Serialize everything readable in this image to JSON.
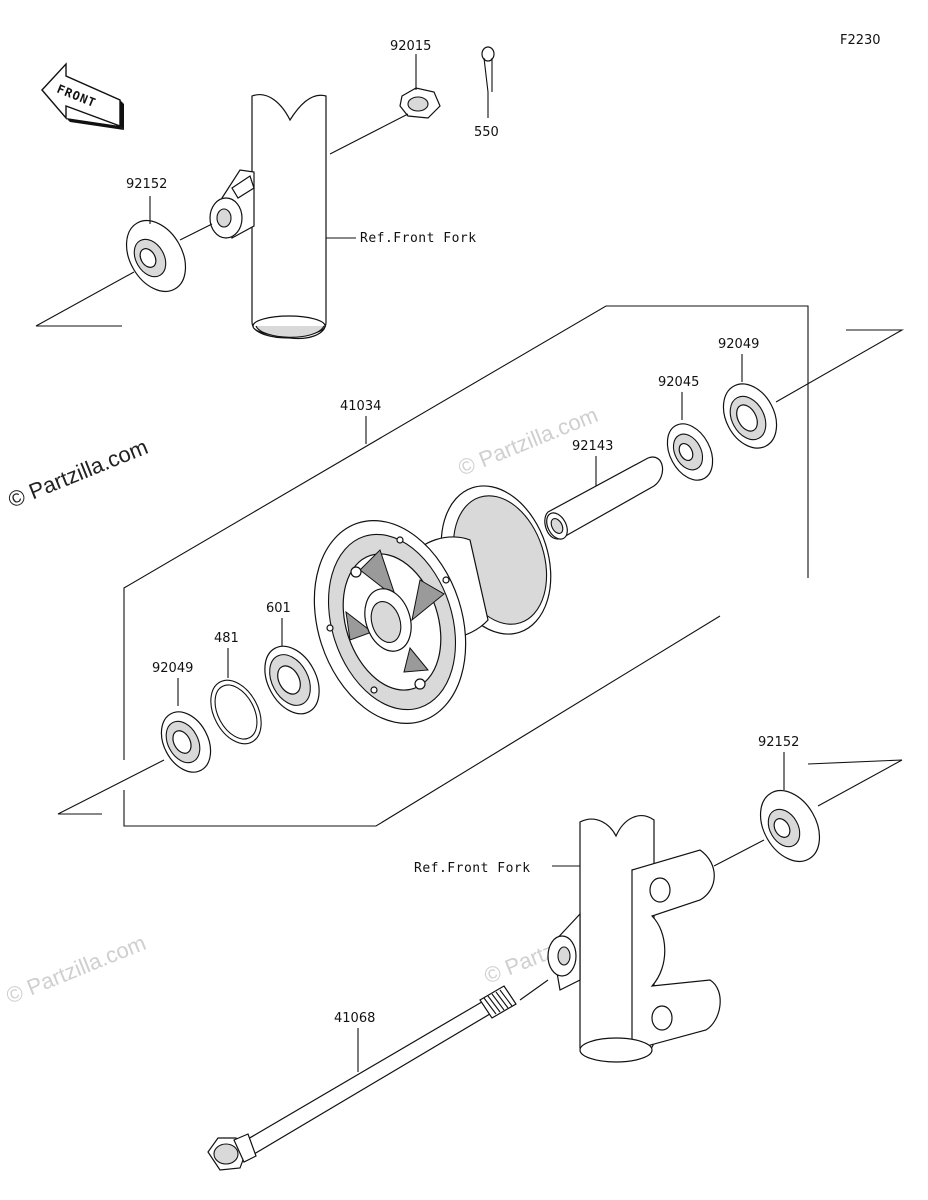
{
  "figure_code": "F2230",
  "direction_label": "FRONT",
  "watermark": "© Partzilla.com",
  "references": {
    "front_fork_upper": "Ref.Front Fork",
    "front_fork_lower": "Ref.Front Fork"
  },
  "parts": {
    "nut": "92015",
    "cotter_pin": "550",
    "collar_upper": "92152",
    "hub_assembly": "41034",
    "oil_seal_right": "92049",
    "bearing_right": "92045",
    "spacer": "92143",
    "bearing_left": "601",
    "circlip": "481",
    "oil_seal_left": "92049",
    "collar_lower": "92152",
    "axle": "41068"
  }
}
